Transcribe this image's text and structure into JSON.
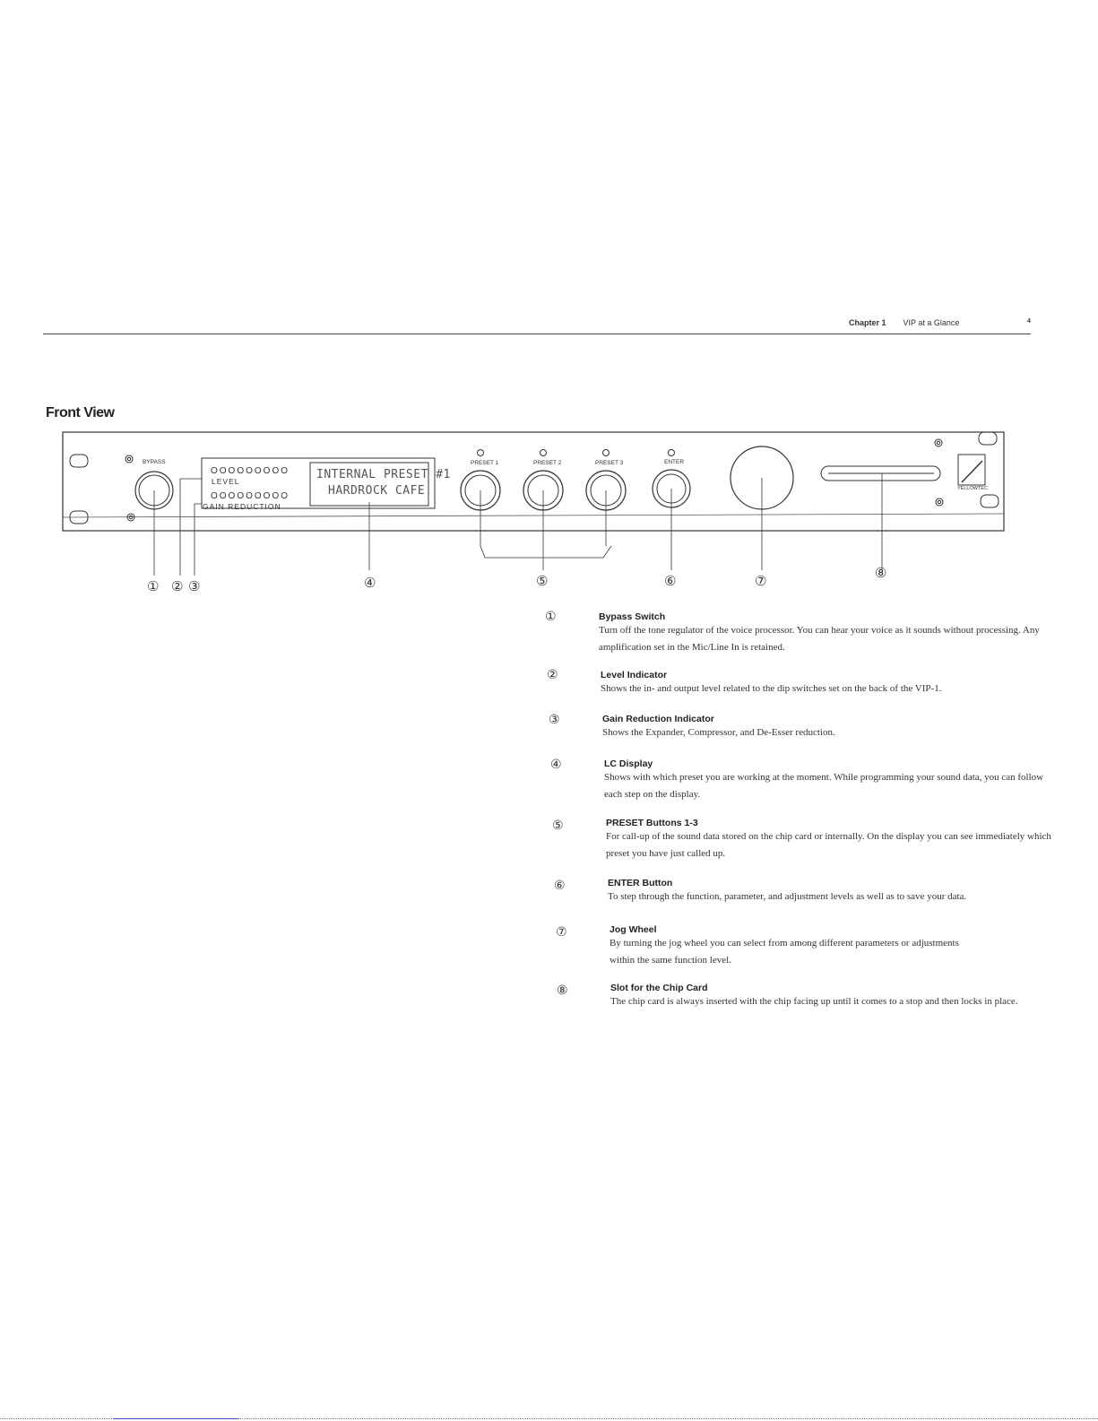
{
  "header": {
    "chapter": "Chapter 1",
    "chapter_title": "VIP at a Glance",
    "page_number": "4"
  },
  "section_title": "Front View",
  "panel": {
    "bypass_label": "BYPASS",
    "level_label": "LEVEL",
    "gain_reduction_label": "GAIN REDUCTION",
    "led_row_1": "OOOOOOOOO",
    "led_row_2": "OOOOOOOOO",
    "lcd_line_1": "INTERNAL PRESET #1",
    "lcd_line_2": "HARDROCK CAFE",
    "preset_1_label": "PRESET 1",
    "preset_2_label": "PRESET 2",
    "preset_3_label": "PRESET 3",
    "enter_label": "ENTER",
    "brand": "YELLOWTEC"
  },
  "callouts": {
    "c1": "①",
    "c2": "②",
    "c3": "③",
    "c4": "④",
    "c5": "⑤",
    "c6": "⑥",
    "c7": "⑦",
    "c8": "⑧"
  },
  "items": [
    {
      "num": "①",
      "title": "Bypass Switch",
      "desc": "Turn off the tone regulator of the voice processor. You can hear your voice as it sounds without processing. Any amplification set in the Mic/Line In is retained."
    },
    {
      "num": "②",
      "title": "Level Indicator",
      "desc": "Shows the in- and output level related to the dip switches set on the back of the VIP-1."
    },
    {
      "num": "③",
      "title": "Gain Reduction Indicator",
      "desc": "Shows the Expander, Compressor, and De-Esser reduction."
    },
    {
      "num": "④",
      "title": "LC Display",
      "desc": "Shows with which preset you are working at the moment. While programming your sound data, you can follow each step on the display."
    },
    {
      "num": "⑤",
      "title": "PRESET Buttons 1-3",
      "desc": "For call-up of the sound data stored on the chip card or internally. On the display you can see immediately which preset you have just called up."
    },
    {
      "num": "⑥",
      "title": "ENTER Button",
      "desc": "To step through the function, parameter, and adjustment levels as well as to save your data."
    },
    {
      "num": "⑦",
      "title": "Jog Wheel",
      "desc": "By turning the jog wheel you can select from among different parameters or adjustments within the same function level."
    },
    {
      "num": "⑧",
      "title": "Slot for the Chip Card",
      "desc": "The chip card is always inserted with the chip facing up until it comes to a stop and then locks in place."
    }
  ]
}
